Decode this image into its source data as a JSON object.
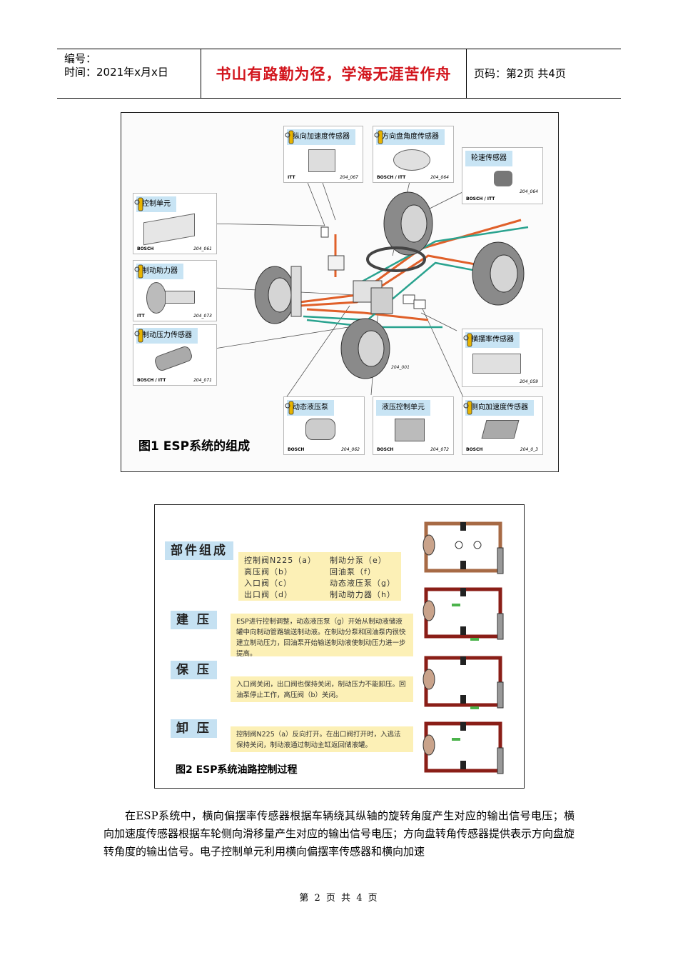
{
  "header": {
    "number_label": "编号：",
    "time_label": "时间：2021年x月x日",
    "motto": "书山有路勤为径，学海无涯苦作舟",
    "page_info": "页码：第2页  共4页"
  },
  "figure1": {
    "caption": "图1  ESP系统的组成",
    "components": [
      {
        "label": "纵向加速度传感器",
        "brand": "ITT",
        "code": "204_067"
      },
      {
        "label": "方向盘角度传感器",
        "brand": "BOSCH / ITT",
        "code": "204_064"
      },
      {
        "label": "轮速传感器",
        "brand": "BOSCH / ITT",
        "code": "204_064"
      },
      {
        "label": "控制单元",
        "brand": "BOSCH",
        "code": "204_061"
      },
      {
        "label": "制动助力器",
        "brand": "ITT",
        "code": "204_073"
      },
      {
        "label": "制动压力传感器",
        "brand": "BOSCH / ITT",
        "code": "204_071"
      },
      {
        "label": "横摆率传感器",
        "brand": "",
        "code": "204_059"
      },
      {
        "label": "动态液压泵",
        "brand": "BOSCH",
        "code": "204_062"
      },
      {
        "label": "液压控制单元",
        "brand": "BOSCH",
        "code": "204_072"
      },
      {
        "label": "侧向加速度传感器",
        "brand": "BOSCH",
        "code": "204_0_3"
      }
    ],
    "center_code": "204_001"
  },
  "figure2": {
    "caption": "图2  ESP系统油路控制过程",
    "parts_title": "部件组成",
    "parts": [
      "控制阀N225（a）",
      "制动分泵（e）",
      "高压阀（b）",
      "回油泵（f）",
      "入口阀（c）",
      "动态液压泵（g）",
      "出口阀（d）",
      "制动助力器（h）"
    ],
    "build_title": "建 压",
    "build_text": "ESP进行控制调整，动态液压泵（g）开始从制动液储液罐中向制动管路输送制动液。在制动分泵和回油泵内很快建立制动压力，回油泵开始输送制动液使制动压力进一步提高。",
    "hold_title": "保 压",
    "hold_text": "入口阀关闭，出口阀也保持关闭，制动压力不能卸压。回油泵停止工作，高压阀（b）关闭。",
    "release_title": "卸 压",
    "release_text": "控制阀N225（a）反向打开。在出口阀打开时，入逃法保持关闭，制动液通过制动主缸返回储液罐。"
  },
  "body": {
    "paragraph": "在ESP系统中，横向偏摆率传感器根据车辆绕其纵轴的旋转角度产生对应的输出信号电压；横向加速度传感器根据车轮侧向滑移量产生对应的输出信号电压；方向盘转角传感器提供表示方向盘旋转角度的输出信号。电子控制单元利用横向偏摆率传感器和横向加速"
  },
  "footer": {
    "page_text": "第 2 页 共 4 页"
  },
  "colors": {
    "motto": "#d2141c",
    "label_blue": "#c8e4f4",
    "note_yellow": "#fcf0b6",
    "brake_line_orange": "#e0602a",
    "sensor_line_teal": "#2aa38f"
  }
}
